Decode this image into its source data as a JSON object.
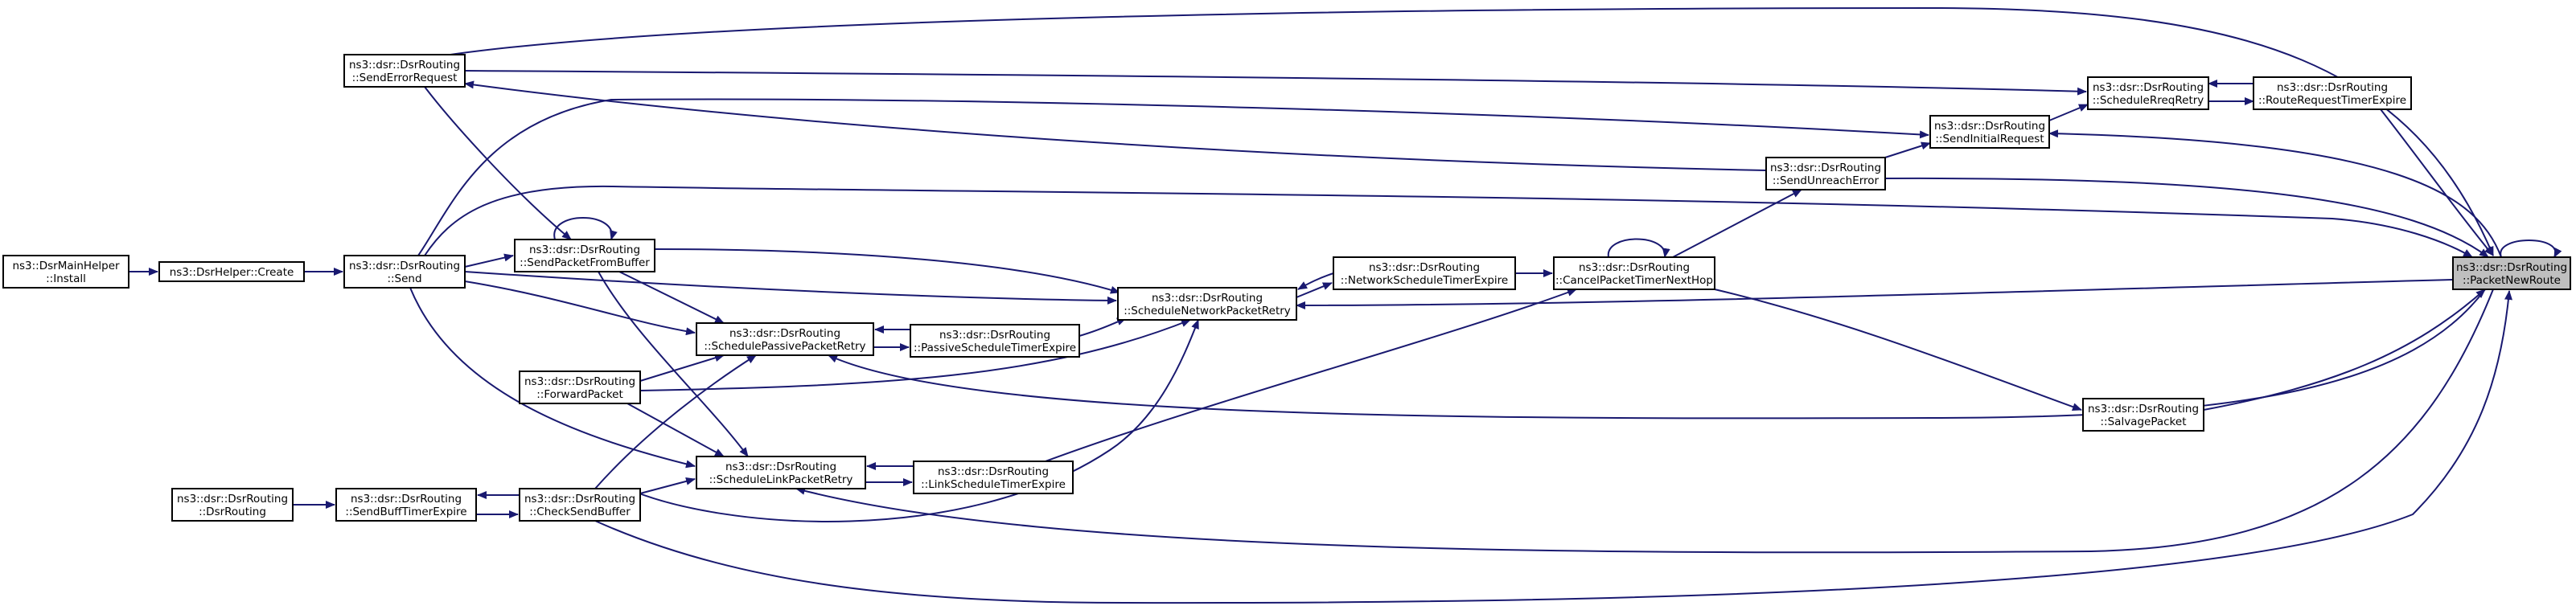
{
  "graph": {
    "colors": {
      "edge": "#191970",
      "node_border": "#000000",
      "focus_fill": "#bfbfbf",
      "node_fill": "#ffffff"
    },
    "nodes": {
      "PacketNewRoute": {
        "lines": [
          "ns3::dsr::DsrRouting",
          "::PacketNewRoute"
        ],
        "focus": true
      },
      "SendErrorRequest": {
        "lines": [
          "ns3::dsr::DsrRouting",
          "::SendErrorRequest"
        ]
      },
      "ScheduleRreqRetry": {
        "lines": [
          "ns3::dsr::DsrRouting",
          "::ScheduleRreqRetry"
        ]
      },
      "RouteRequestTimerExpire": {
        "lines": [
          "ns3::dsr::DsrRouting",
          "::RouteRequestTimerExpire"
        ]
      },
      "SendInitialRequest": {
        "lines": [
          "ns3::dsr::DsrRouting",
          "::SendInitialRequest"
        ]
      },
      "SendUnreachError": {
        "lines": [
          "ns3::dsr::DsrRouting",
          "::SendUnreachError"
        ]
      },
      "SendPacketFromBuffer": {
        "lines": [
          "ns3::dsr::DsrRouting",
          "::SendPacketFromBuffer"
        ]
      },
      "Install": {
        "lines": [
          "ns3::DsrMainHelper",
          "::Install"
        ]
      },
      "Create": {
        "lines": [
          "ns3::DsrHelper::Create"
        ]
      },
      "Send": {
        "lines": [
          "ns3::dsr::DsrRouting",
          "::Send"
        ]
      },
      "NetworkScheduleTimerExpire": {
        "lines": [
          "ns3::dsr::DsrRouting",
          "::NetworkScheduleTimerExpire"
        ]
      },
      "CancelPacketTimerNextHop": {
        "lines": [
          "ns3::dsr::DsrRouting",
          "::CancelPacketTimerNextHop"
        ]
      },
      "ScheduleNetworkPacketRetry": {
        "lines": [
          "ns3::dsr::DsrRouting",
          "::ScheduleNetworkPacketRetry"
        ]
      },
      "SchedulePassivePacketRetry": {
        "lines": [
          "ns3::dsr::DsrRouting",
          "::SchedulePassivePacketRetry"
        ]
      },
      "PassiveScheduleTimerExpire": {
        "lines": [
          "ns3::dsr::DsrRouting",
          "::PassiveScheduleTimerExpire"
        ]
      },
      "ForwardPacket": {
        "lines": [
          "ns3::dsr::DsrRouting",
          "::ForwardPacket"
        ]
      },
      "SalvagePacket": {
        "lines": [
          "ns3::dsr::DsrRouting",
          "::SalvagePacket"
        ]
      },
      "DsrRouting": {
        "lines": [
          "ns3::dsr::DsrRouting",
          "::DsrRouting"
        ]
      },
      "SendBuffTimerExpire": {
        "lines": [
          "ns3::dsr::DsrRouting",
          "::SendBuffTimerExpire"
        ]
      },
      "CheckSendBuffer": {
        "lines": [
          "ns3::dsr::DsrRouting",
          "::CheckSendBuffer"
        ]
      },
      "ScheduleLinkPacketRetry": {
        "lines": [
          "ns3::dsr::DsrRouting",
          "::ScheduleLinkPacketRetry"
        ]
      },
      "LinkScheduleTimerExpire": {
        "lines": [
          "ns3::dsr::DsrRouting",
          "::LinkScheduleTimerExpire"
        ]
      }
    },
    "edges": [
      {
        "from": "Install",
        "to": "Create"
      },
      {
        "from": "Create",
        "to": "Send"
      },
      {
        "from": "Send",
        "to": "PacketNewRoute"
      },
      {
        "from": "Send",
        "to": "SendPacketFromBuffer"
      },
      {
        "from": "Send",
        "to": "ScheduleNetworkPacketRetry"
      },
      {
        "from": "Send",
        "to": "SchedulePassivePacketRetry"
      },
      {
        "from": "Send",
        "to": "ScheduleLinkPacketRetry"
      },
      {
        "from": "Send",
        "to": "SendInitialRequest"
      },
      {
        "from": "SendErrorRequest",
        "to": "PacketNewRoute"
      },
      {
        "from": "SendErrorRequest",
        "to": "ScheduleRreqRetry"
      },
      {
        "from": "SendErrorRequest",
        "to": "SendPacketFromBuffer"
      },
      {
        "from": "SendUnreachError",
        "to": "SendErrorRequest"
      },
      {
        "from": "SendUnreachError",
        "to": "SendInitialRequest"
      },
      {
        "from": "SendInitialRequest",
        "to": "ScheduleRreqRetry"
      },
      {
        "from": "RouteRequestTimerExpire",
        "to": "ScheduleRreqRetry"
      },
      {
        "from": "ScheduleRreqRetry",
        "to": "RouteRequestTimerExpire"
      },
      {
        "from": "RouteRequestTimerExpire",
        "to": "PacketNewRoute"
      },
      {
        "from": "PacketNewRoute",
        "to": "SendInitialRequest"
      },
      {
        "from": "SendUnreachError",
        "to": "PacketNewRoute"
      },
      {
        "from": "CancelPacketTimerNextHop",
        "to": "SendUnreachError"
      },
      {
        "from": "CancelPacketTimerNextHop",
        "to": "CancelPacketTimerNextHop"
      },
      {
        "from": "CancelPacketTimerNextHop",
        "to": "SalvagePacket"
      },
      {
        "from": "NetworkScheduleTimerExpire",
        "to": "CancelPacketTimerNextHop"
      },
      {
        "from": "NetworkScheduleTimerExpire",
        "to": "ScheduleNetworkPacketRetry"
      },
      {
        "from": "ScheduleNetworkPacketRetry",
        "to": "NetworkScheduleTimerExpire"
      },
      {
        "from": "PacketNewRoute",
        "to": "ScheduleNetworkPacketRetry"
      },
      {
        "from": "SalvagePacket",
        "to": "PacketNewRoute"
      },
      {
        "from": "PacketNewRoute",
        "to": "SchedulePassivePacketRetry"
      },
      {
        "from": "PacketNewRoute",
        "to": "ScheduleLinkPacketRetry"
      },
      {
        "from": "PacketNewRoute",
        "to": "PacketNewRoute"
      },
      {
        "from": "PassiveScheduleTimerExpire",
        "to": "ScheduleNetworkPacketRetry"
      },
      {
        "from": "PassiveScheduleTimerExpire",
        "to": "SchedulePassivePacketRetry"
      },
      {
        "from": "SchedulePassivePacketRetry",
        "to": "PassiveScheduleTimerExpire"
      },
      {
        "from": "SendPacketFromBuffer",
        "to": "SendPacketFromBuffer"
      },
      {
        "from": "SendPacketFromBuffer",
        "to": "ScheduleNetworkPacketRetry"
      },
      {
        "from": "SendPacketFromBuffer",
        "to": "SchedulePassivePacketRetry"
      },
      {
        "from": "SendPacketFromBuffer",
        "to": "ScheduleLinkPacketRetry"
      },
      {
        "from": "ForwardPacket",
        "to": "SchedulePassivePacketRetry"
      },
      {
        "from": "ForwardPacket",
        "to": "ScheduleNetworkPacketRetry"
      },
      {
        "from": "ForwardPacket",
        "to": "ScheduleLinkPacketRetry"
      },
      {
        "from": "DsrRouting",
        "to": "SendBuffTimerExpire"
      },
      {
        "from": "SendBuffTimerExpire",
        "to": "CheckSendBuffer"
      },
      {
        "from": "CheckSendBuffer",
        "to": "SendBuffTimerExpire"
      },
      {
        "from": "CheckSendBuffer",
        "to": "ScheduleLinkPacketRetry"
      },
      {
        "from": "CheckSendBuffer",
        "to": "SchedulePassivePacketRetry"
      },
      {
        "from": "CheckSendBuffer",
        "to": "ScheduleNetworkPacketRetry"
      },
      {
        "from": "CheckSendBuffer",
        "to": "PacketNewRoute"
      },
      {
        "from": "LinkScheduleTimerExpire",
        "to": "ScheduleLinkPacketRetry"
      },
      {
        "from": "ScheduleLinkPacketRetry",
        "to": "LinkScheduleTimerExpire"
      },
      {
        "from": "LinkScheduleTimerExpire",
        "to": "CancelPacketTimerNextHop"
      }
    ]
  }
}
